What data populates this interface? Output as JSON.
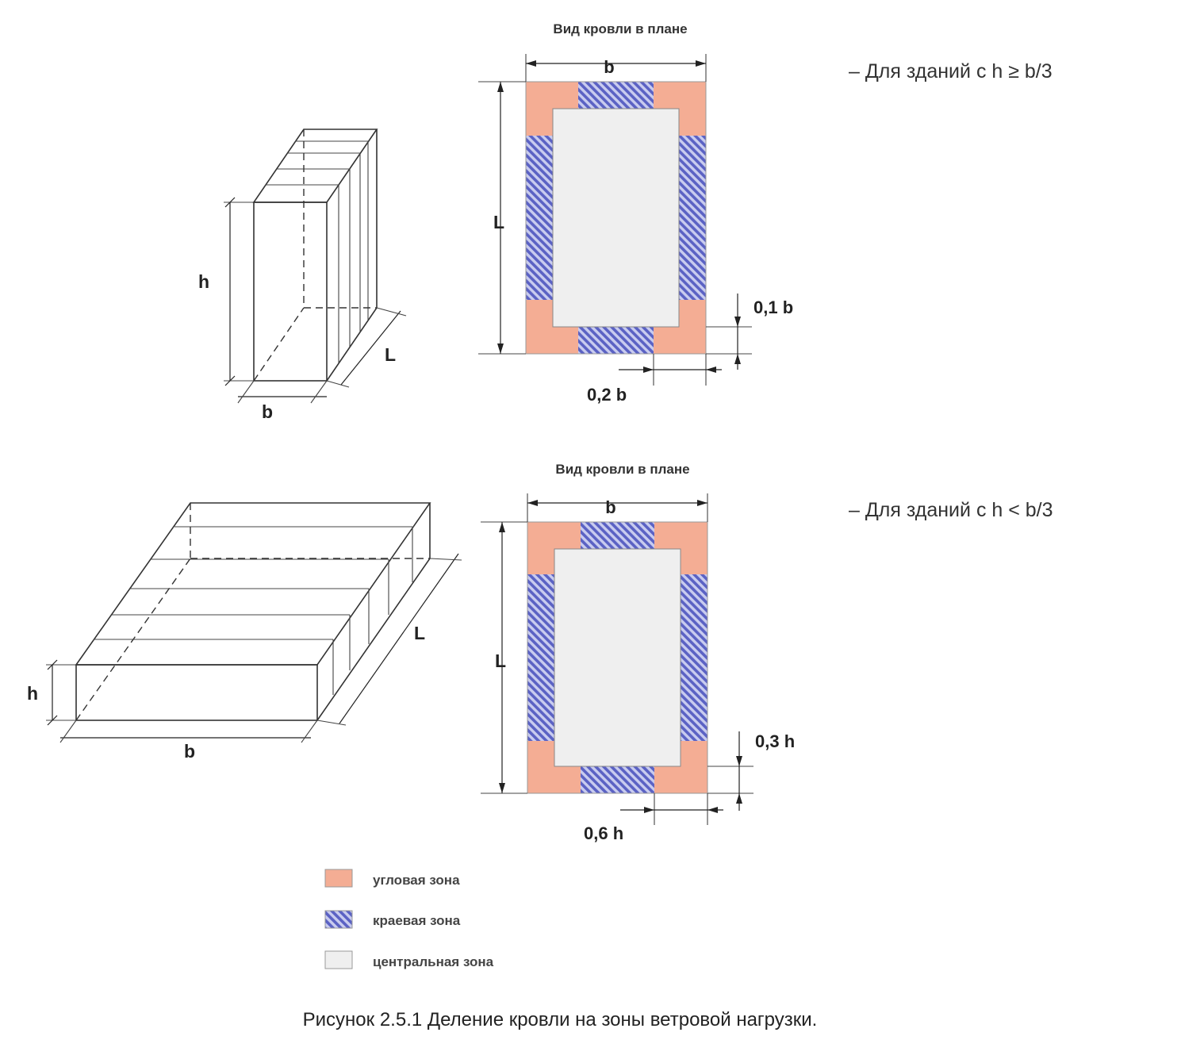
{
  "top": {
    "plan_title": "Вид кровли в плане",
    "condition": "– Для зданий с h ≥ b/3",
    "labels": {
      "h": "h",
      "L": "L",
      "b": "b",
      "plan_b": "b",
      "plan_L": "L",
      "dim_vertical": "0,1 b",
      "dim_horizontal": "0,2 b"
    }
  },
  "bottom": {
    "plan_title": "Вид кровли в плане",
    "condition": "– Для зданий с h < b/3",
    "labels": {
      "h": "h",
      "L": "L",
      "b": "b",
      "plan_b": "b",
      "plan_L": "L",
      "dim_vertical": "0,3 h",
      "dim_horizontal": "0,6 h"
    }
  },
  "legend": [
    {
      "label": "угловая зона",
      "color": "#f4ad94",
      "pattern": "solid"
    },
    {
      "label": "краевая зона",
      "color": "#5b62c4",
      "pattern": "hatched"
    },
    {
      "label": "центральная зона",
      "color": "#efefef",
      "pattern": "solid"
    }
  ],
  "caption": "Рисунок 2.5.1 Деление кровли на зоны ветровой нагрузки.",
  "colors": {
    "corner": "#f4ad94",
    "edge": "#5b62c4",
    "edge_light": "#c9ccef",
    "center": "#efefef",
    "line": "#333333"
  }
}
